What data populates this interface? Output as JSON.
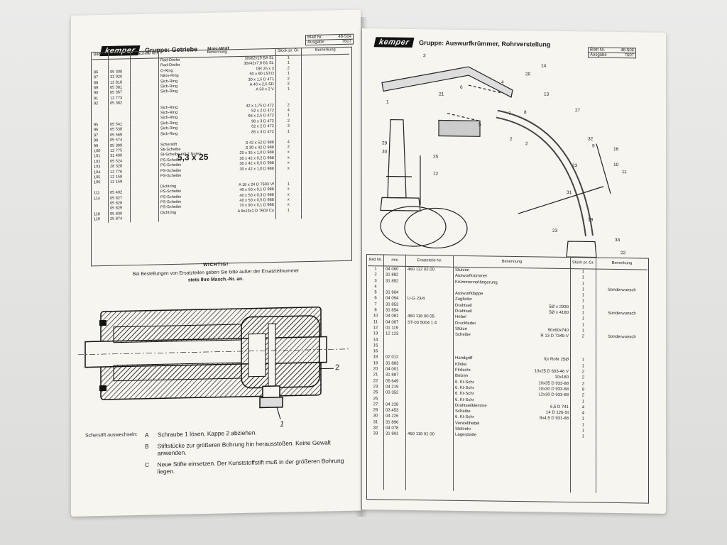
{
  "left_page": {
    "brand": "kemper",
    "group_title": "Gruppe: Getriebe",
    "machine": "Mais-Wolf",
    "blatt_label": "Blatt Nr.",
    "blatt_no": "48-504",
    "ausgabe_label": "Ausgabe",
    "ausgabe": "7607",
    "headers": {
      "bild": "Bild Nr.",
      "ersatzteile": "Ersatzteile Nr.",
      "neu": "neu",
      "alt": "alt",
      "benennung": "Benennung",
      "stueck": "Stück pr. Gr.",
      "bemerkung": "Bemerkung"
    },
    "rows": [
      {
        "bild": "",
        "neu": "",
        "name": "Rad-Distler",
        "spec": "30x62x10  BA  SL",
        "qty": "1"
      },
      {
        "bild": "",
        "neu": "",
        "name": "Rad-Distler",
        "spec": "30x42x7,8  B1  SL",
        "qty": "1"
      },
      {
        "bild": "86",
        "neu": "05 308",
        "name": "O-Ring",
        "spec": "OR  25 x 3",
        "qty": "2"
      },
      {
        "bild": "87",
        "neu": "32 020",
        "name": "Nilos-Ring",
        "spec": "50 x 90  LSTO",
        "qty": "1"
      },
      {
        "bild": "88",
        "neu": "12 818",
        "name": "Sich-Ring",
        "spec": "30 x 1,5  D  471",
        "qty": "2"
      },
      {
        "bild": "89",
        "neu": "05 381",
        "name": "Sich-Ring",
        "spec": "A  40 x 2,5  SD",
        "qty": "2"
      },
      {
        "bild": "90",
        "neu": "05 367",
        "name": "Sich-Ring",
        "spec": "A  50 x 2  V",
        "qty": "1"
      },
      {
        "bild": "91",
        "neu": "12 773",
        "name": "",
        "spec": "",
        "qty": ""
      },
      {
        "bild": "92",
        "neu": "05 382",
        "name": "",
        "spec": "",
        "qty": ""
      },
      {
        "bild": "",
        "neu": "",
        "name": "Sich-Ring",
        "spec": "42 x 1,75  D  472",
        "qty": "2"
      },
      {
        "bild": "",
        "neu": "",
        "name": "Sich-Ring",
        "spec": "52 x 2  D  472",
        "qty": "4"
      },
      {
        "bild": "",
        "neu": "",
        "name": "Sich-Ring",
        "spec": "68 x 2,5  D  472",
        "qty": "1"
      },
      {
        "bild": "95",
        "neu": "05 541",
        "name": "Sich-Ring",
        "spec": "90 x 3  D  472",
        "qty": "2"
      },
      {
        "bild": "96",
        "neu": "05 538",
        "name": "Sich-Ring",
        "spec": "62 x 2  D  472",
        "qty": "3"
      },
      {
        "bild": "97",
        "neu": "05 569",
        "name": "Sich-Ring",
        "spec": "85 x 3  D  472",
        "qty": "1"
      },
      {
        "bild": "98",
        "neu": "05 574",
        "name": "",
        "spec": "",
        "qty": ""
      },
      {
        "bild": "99",
        "neu": "05 399",
        "name": "Scherstift",
        "spec": "S  42 x 52  D  988",
        "qty": "4"
      },
      {
        "bild": "100",
        "neu": "12 775",
        "name": "Sti-Scheibe",
        "spec": "S  30 x 42  D  988",
        "qty": "2"
      },
      {
        "bild": "101",
        "neu": "31 400",
        "name": "St-Scheibe mit 2 Nuten",
        "spec": "25 x 35 x 1,0  D  988",
        "qty": "x"
      },
      {
        "bild": "102",
        "neu": "05 524",
        "name": "PS-Scheibe",
        "spec": "30 x 42 x 0,2  D  988",
        "qty": "x"
      },
      {
        "bild": "103",
        "neu": "28 328",
        "name": "PS-Scheibe",
        "spec": "30 x 42 x 0,5  D  988",
        "qty": "x"
      },
      {
        "bild": "104",
        "neu": "12 776",
        "name": "PS-Scheibe",
        "spec": "30 x 42 x 1,0  D  988",
        "qty": "x"
      },
      {
        "bild": "105",
        "neu": "12 158",
        "name": "PS-Scheibe",
        "spec": "",
        "qty": ""
      },
      {
        "bild": "106",
        "neu": "12 159",
        "name": "",
        "spec": "",
        "qty": ""
      },
      {
        "bild": "",
        "neu": "",
        "name": "Dichtring",
        "spec": "A  18 x 24  D  7603  Vf",
        "qty": "1"
      },
      {
        "bild": "111",
        "neu": "05 402",
        "name": "PS-Scheibe",
        "spec": "40 x 50 x 0,1  D  988",
        "qty": "x"
      },
      {
        "bild": "114",
        "neu": "05 827",
        "name": "PS-Scheibe",
        "spec": "40 x 50 x 0,3  D  988",
        "qty": "x"
      },
      {
        "bild": "",
        "neu": "05 828",
        "name": "PS-Scheibe",
        "spec": "40 x 50 x 0,5  D  988",
        "qty": "x"
      },
      {
        "bild": "",
        "neu": "05 829",
        "name": "PS-Scheibe",
        "spec": "70 x 90 x 0,1  D  988",
        "qty": "x"
      },
      {
        "bild": "118",
        "neu": "05 830",
        "name": "Dichtring",
        "spec": "A  8x13x1  D  7603  Cu",
        "qty": "1"
      },
      {
        "bild": "119",
        "neu": "25 874",
        "name": "",
        "spec": "",
        "qty": ""
      }
    ],
    "handwritten_note": "5,3 x 25",
    "warning_title": "WICHTIG!",
    "warning_line1": "Bei Bestellungen von Ersatzteilen geben Sie bitte außer der Ersatzteilnummer",
    "warning_line2": "stets Ihre Masch.-Nr. an.",
    "callout_1": "1",
    "callout_2": "2",
    "instr_heading": "Scherstift  auswechseln:",
    "steps": [
      {
        "key": "A",
        "text": "Schraube 1 lösen, Kappe 2 abziehen."
      },
      {
        "key": "B",
        "text": "Stiftstücke zur größeren Bohrung hin herausstoßen. Keine Gewalt anwenden."
      },
      {
        "key": "C",
        "text": "Neue Stifte einsetzen. Der Kunststoffstift muß in der größeren Bohrung liegen."
      }
    ]
  },
  "right_page": {
    "brand": "kemper",
    "group_title": "Gruppe: Auswurfkrümmer, Rohrverstellung",
    "blatt_label": "Blatt Nr.",
    "blatt_no": "48-506",
    "ausgabe_label": "Ausgabe",
    "ausgabe": "7607",
    "diagram_labels": [
      "3",
      "1",
      "2",
      "20",
      "21",
      "6",
      "13",
      "14",
      "5",
      "7",
      "8",
      "2",
      "29",
      "30",
      "25",
      "31",
      "23",
      "32",
      "16",
      "10",
      "11",
      "23",
      "19",
      "22",
      "33",
      "27",
      "4",
      "12",
      "9"
    ],
    "headers": {
      "bild": "Bild Nr.",
      "ersatzteile": "Ersatzteile Nr.",
      "neu": "neu",
      "alt": "alt",
      "benennung": "Benennung",
      "stueck": "Stück pr. Gr.",
      "bemerkung": "Bemerkung"
    },
    "rows": [
      {
        "bild": "1",
        "neu": "04 060",
        "alt": "460 112 02 00",
        "name": "Stutzen",
        "spec": "",
        "qty": "1",
        "rem": ""
      },
      {
        "bild": "2",
        "neu": "31 882",
        "alt": "",
        "name": "Auswurfkrümmer",
        "spec": "",
        "qty": "1",
        "rem": ""
      },
      {
        "bild": "3",
        "neu": "31 852",
        "alt": "",
        "name": "Krümmerverlängerung",
        "spec": "",
        "qty": "1",
        "rem": ""
      },
      {
        "bild": "4",
        "neu": "",
        "alt": "",
        "name": "",
        "spec": "",
        "qty": "1",
        "rem": "Sonderwunsch"
      },
      {
        "bild": "5",
        "neu": "31 904",
        "alt": "",
        "name": "Auswurfklappe",
        "spec": "",
        "qty": "1",
        "rem": ""
      },
      {
        "bild": "6",
        "neu": "04 094",
        "alt": "U-G 23/4",
        "name": "Zugfeder",
        "spec": "",
        "qty": "1",
        "rem": ""
      },
      {
        "bild": "7",
        "neu": "31 853",
        "alt": "",
        "name": "Drahtseil",
        "spec": "5Ø x 2930",
        "qty": "1",
        "rem": ""
      },
      {
        "bild": "8",
        "neu": "31 854",
        "alt": "",
        "name": "Drahtseil",
        "spec": "5Ø x 4180",
        "qty": "1",
        "rem": "Sonderwunsch"
      },
      {
        "bild": "10",
        "neu": "04 081",
        "alt": "460 118 00 05",
        "name": "Hebel",
        "spec": "",
        "qty": "1",
        "rem": ""
      },
      {
        "bild": "11",
        "neu": "04 087",
        "alt": "ST-03 5004 1 4",
        "name": "Druckfeder",
        "spec": "",
        "qty": "1",
        "rem": ""
      },
      {
        "bild": "12",
        "neu": "01 119",
        "alt": "",
        "name": "Stütze",
        "spec": "90x60x740",
        "qty": "1",
        "rem": ""
      },
      {
        "bild": "13",
        "neu": "12 123",
        "alt": "",
        "name": "Scheibe",
        "spec": "R 13  D 7349-V",
        "qty": "2",
        "rem": "Sonderwunsch"
      },
      {
        "bild": "14",
        "neu": "",
        "alt": "",
        "name": "",
        "spec": "",
        "qty": "",
        "rem": ""
      },
      {
        "bild": "15",
        "neu": "",
        "alt": "",
        "name": "",
        "spec": "",
        "qty": "",
        "rem": ""
      },
      {
        "bild": "16",
        "neu": "",
        "alt": "",
        "name": "",
        "spec": "",
        "qty": "",
        "rem": ""
      },
      {
        "bild": "18",
        "neu": "02 012",
        "alt": "",
        "name": "Handgriff",
        "spec": "für Rohr 25Ø",
        "qty": "1",
        "rem": ""
      },
      {
        "bild": "19",
        "neu": "31 883",
        "alt": "",
        "name": "Klinke",
        "spec": "",
        "qty": "1",
        "rem": ""
      },
      {
        "bild": "20",
        "neu": "04 001",
        "alt": "",
        "name": "Flrdschr.",
        "spec": "10x25  D 603-46  V",
        "qty": "2",
        "rem": ""
      },
      {
        "bild": "21",
        "neu": "31 887",
        "alt": "",
        "name": "Bolzen",
        "spec": "10x180",
        "qty": "2",
        "rem": ""
      },
      {
        "bild": "22",
        "neu": "05 649",
        "alt": "",
        "name": "6. Kt-Schr",
        "spec": "10x35  D 933-88",
        "qty": "2",
        "rem": ""
      },
      {
        "bild": "23",
        "neu": "04 219",
        "alt": "",
        "name": "6. Kt-Schr",
        "spec": "10x30  D 933-88",
        "qty": "9",
        "rem": ""
      },
      {
        "bild": "25",
        "neu": "03 352",
        "alt": "",
        "name": "6. Kt-Schr",
        "spec": "12x30  D 933-88",
        "qty": "2",
        "rem": ""
      },
      {
        "bild": "26",
        "neu": "",
        "alt": "",
        "name": "6. Kt-Schr",
        "spec": "",
        "qty": "1",
        "rem": ""
      },
      {
        "bild": "27",
        "neu": "04 228",
        "alt": "",
        "name": "Drahtseilklemme",
        "spec": "6,5  D 741",
        "qty": "4",
        "rem": ""
      },
      {
        "bild": "29",
        "neu": "03 453",
        "alt": "",
        "name": "Scheibe",
        "spec": "14  D 126-St",
        "qty": "4",
        "rem": ""
      },
      {
        "bild": "30",
        "neu": "04 226",
        "alt": "",
        "name": "6. Kt-Schr",
        "spec": "8x4,5  D 931-88",
        "qty": "1",
        "rem": ""
      },
      {
        "bild": "31",
        "neu": "31 896",
        "alt": "",
        "name": "Verstellhebel",
        "spec": "",
        "qty": "1",
        "rem": ""
      },
      {
        "bild": "32",
        "neu": "04 078",
        "alt": "",
        "name": "Stellrohr",
        "spec": "",
        "qty": "1",
        "rem": ""
      },
      {
        "bild": "33",
        "neu": "31 891",
        "alt": "460 118 01 00",
        "name": "Lagerplatte",
        "spec": "",
        "qty": "1",
        "rem": ""
      },
      {
        "bild": "",
        "neu": "",
        "alt": "",
        "name": "",
        "spec": "",
        "qty": "",
        "rem": ""
      },
      {
        "bild": "",
        "neu": "",
        "alt": "",
        "name": "",
        "spec": "",
        "qty": "",
        "rem": ""
      },
      {
        "bild": "",
        "neu": "",
        "alt": "",
        "name": "",
        "spec": "",
        "qty": "",
        "rem": ""
      },
      {
        "bild": "",
        "neu": "",
        "alt": "",
        "name": "",
        "spec": "",
        "qty": "",
        "rem": ""
      },
      {
        "bild": "",
        "neu": "",
        "alt": "",
        "name": "",
        "spec": "",
        "qty": "",
        "rem": ""
      },
      {
        "bild": "",
        "neu": "",
        "alt": "",
        "name": "",
        "spec": "",
        "qty": "",
        "rem": ""
      },
      {
        "bild": "",
        "neu": "",
        "alt": "",
        "name": "",
        "spec": "",
        "qty": "",
        "rem": ""
      },
      {
        "bild": "",
        "neu": "",
        "alt": "",
        "name": "",
        "spec": "",
        "qty": "",
        "rem": ""
      },
      {
        "bild": "",
        "neu": "",
        "alt": "",
        "name": "",
        "spec": "",
        "qty": "",
        "rem": ""
      }
    ]
  }
}
